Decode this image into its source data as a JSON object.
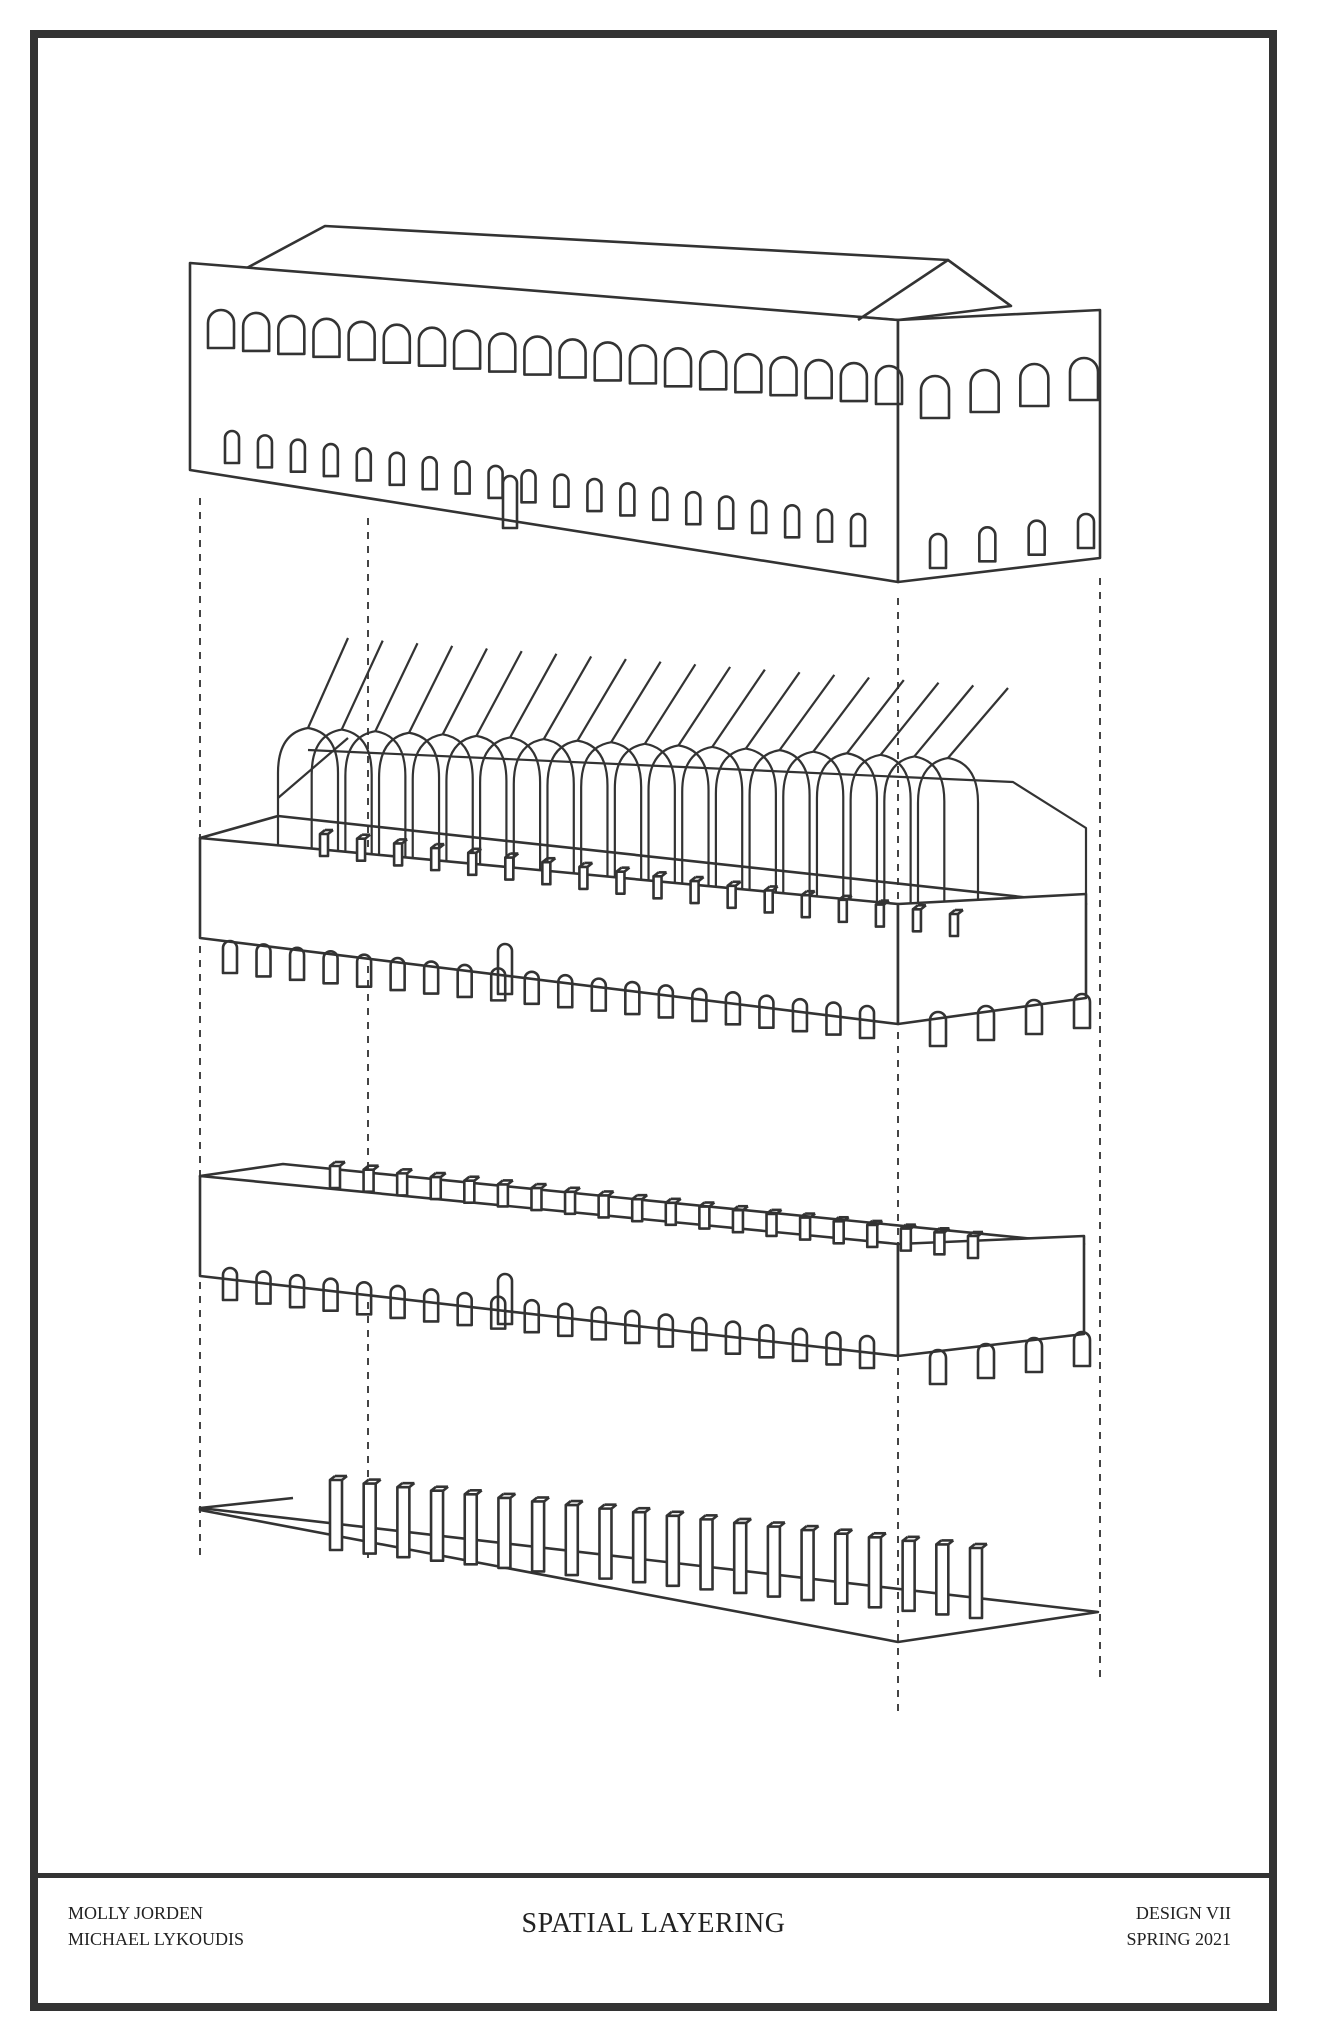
{
  "title_block": {
    "authors": [
      "MOLLY JORDEN",
      "MICHAEL LYKOUDIS"
    ],
    "title": "SPATIAL LAYERING",
    "course": "DESIGN VII",
    "term": "SPRING  2021"
  },
  "diagram": {
    "layers": [
      {
        "id": "roof-building"
      },
      {
        "id": "vaulted-arcade"
      },
      {
        "id": "perimeter-walls"
      },
      {
        "id": "column-grid"
      }
    ],
    "stroke_color": "#333333"
  }
}
